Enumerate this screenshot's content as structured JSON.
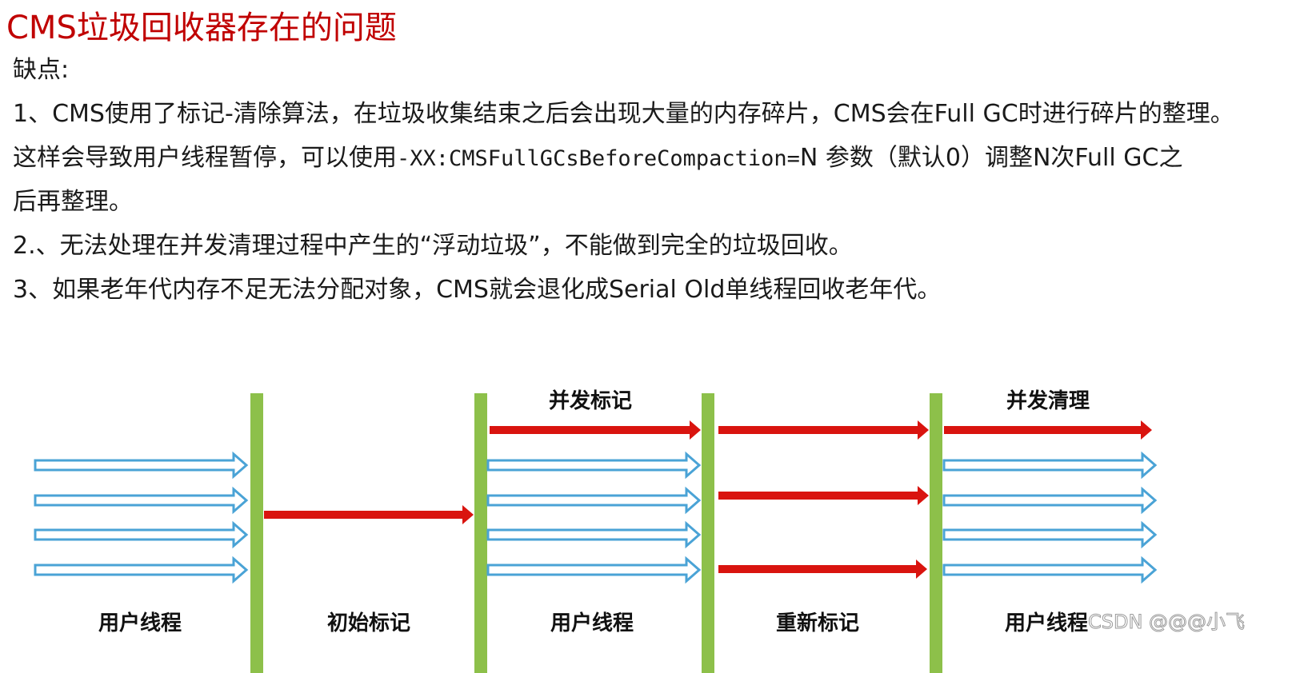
{
  "title": "CMS垃圾回收器存在的问题",
  "heading": "缺点:",
  "p1": "1、CMS使用了标记-清除算法，在垃圾收集结束之后会出现大量的内存碎片，CMS会在Full GC时进行碎片的整理。",
  "p2_prefix": "这样会导致用户线程暂停，可以使用",
  "p2_code": "-XX:CMSFullGCsBeforeCompaction=",
  "p2_suffix": "N 参数（默认0）调整N次Full GC之",
  "p2_line2": "后再整理。",
  "p3": "2.、无法处理在并发清理过程中产生的“浮动垃圾”，不能做到完全的垃圾回收。",
  "p4": "3、如果老年代内存不足无法分配对象，CMS就会退化成Serial Old单线程回收老年代。",
  "diagram": {
    "top_labels": [
      "并发标记",
      "并发清理"
    ],
    "phase_labels": [
      "用户线程",
      "初始标记",
      "用户线程",
      "重新标记",
      "用户线程"
    ],
    "watermark": "CSDN @@@小飞",
    "colors": {
      "bar": "#8dc04a",
      "gc_arrow": "#d9140f",
      "user_arrow": "#4aa3d6"
    }
  }
}
